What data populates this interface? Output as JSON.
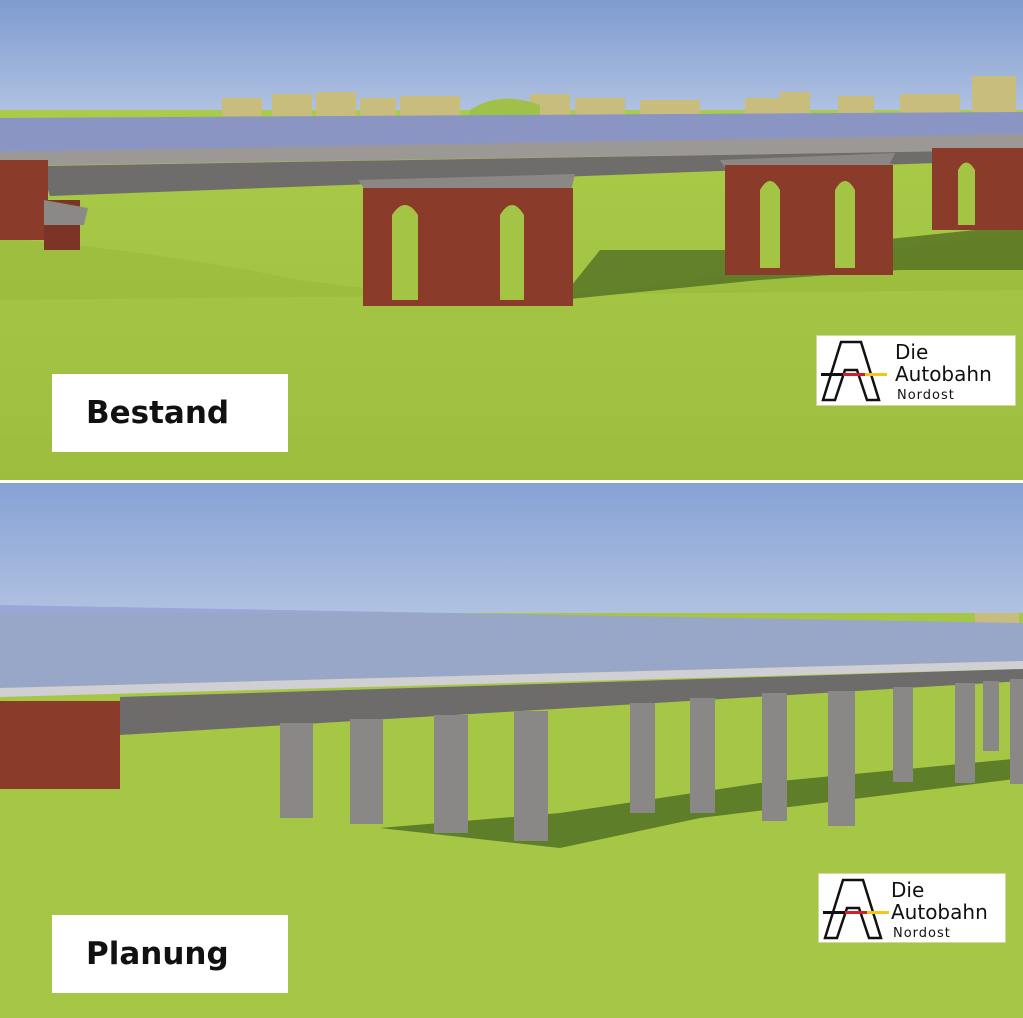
{
  "panels": [
    {
      "label": "Bestand",
      "logo": {
        "line1": "Die",
        "line2": "Autobahn",
        "line3": "Nordost"
      }
    },
    {
      "label": "Planung",
      "logo": {
        "line1": "Die",
        "line2": "Autobahn",
        "line3": "Nordost"
      }
    }
  ],
  "colors": {
    "sky": "#8ea8d8",
    "grass": "#a4c445",
    "brick": "#8b3b2a",
    "concrete": "#7d7a78"
  }
}
